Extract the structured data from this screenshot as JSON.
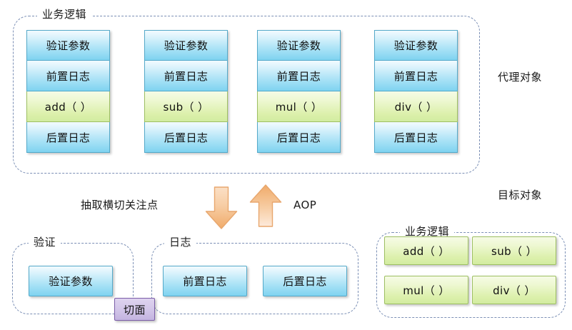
{
  "diagram": {
    "title_top_right": "代理对象",
    "proxy_group": {
      "label": "业务逻辑",
      "columns": [
        {
          "rows": [
            {
              "text": "验证参数",
              "kind": "blue"
            },
            {
              "text": "前置日志",
              "kind": "blue"
            },
            {
              "text": "add（ ）",
              "kind": "green"
            },
            {
              "text": "后置日志",
              "kind": "blue"
            }
          ]
        },
        {
          "rows": [
            {
              "text": "验证参数",
              "kind": "blue"
            },
            {
              "text": "前置日志",
              "kind": "blue"
            },
            {
              "text": "sub（ ）",
              "kind": "green"
            },
            {
              "text": "后置日志",
              "kind": "blue"
            }
          ]
        },
        {
          "rows": [
            {
              "text": "验证参数",
              "kind": "blue"
            },
            {
              "text": "前置日志",
              "kind": "blue"
            },
            {
              "text": "mul（ ）",
              "kind": "green"
            },
            {
              "text": "后置日志",
              "kind": "blue"
            }
          ]
        },
        {
          "rows": [
            {
              "text": "验证参数",
              "kind": "blue"
            },
            {
              "text": "前置日志",
              "kind": "blue"
            },
            {
              "text": "div（ ）",
              "kind": "green"
            },
            {
              "text": "后置日志",
              "kind": "blue"
            }
          ]
        }
      ]
    },
    "middle": {
      "extract_label": "抽取横切关注点",
      "aop_label": "AOP",
      "down_arrow": "down-arrow",
      "up_arrow": "up-arrow"
    },
    "validate_group": {
      "label": "验证",
      "items": [
        {
          "text": "验证参数",
          "kind": "blue"
        }
      ]
    },
    "log_group": {
      "label": "日志",
      "items": [
        {
          "text": "前置日志",
          "kind": "blue"
        },
        {
          "text": "后置日志",
          "kind": "blue"
        }
      ]
    },
    "aspect_badge": "切面",
    "target": {
      "title": "目标对象",
      "group_label": "业务逻辑",
      "methods": [
        {
          "text": "add（ ）",
          "kind": "green"
        },
        {
          "text": "sub（ ）",
          "kind": "green"
        },
        {
          "text": "mul（ ）",
          "kind": "green"
        },
        {
          "text": "div（ ）",
          "kind": "green"
        }
      ]
    },
    "colors": {
      "blue_border": "#54a9c9",
      "blue_fill": "#a9e2f6",
      "green_border": "#9dbf62",
      "green_fill": "#dcf0ac",
      "dashed_border": "#7b8fb5",
      "arrow_fill": "#f5c396",
      "arrow_border": "#e8a濃",
      "badge_border": "#7b5ea8",
      "badge_fill": "#d3c6e9",
      "text": "#101010"
    }
  }
}
